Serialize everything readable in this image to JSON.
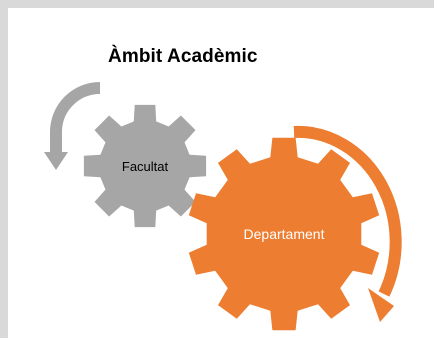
{
  "title": "Àmbit Acadèmic",
  "gears": {
    "small": {
      "label": "Facultat",
      "color": "#a6a6a6"
    },
    "large": {
      "label": "Departament",
      "color": "#ed7d31"
    }
  },
  "arrows": {
    "small_arrow": {
      "icon": "curved-arrow-counterclockwise-icon",
      "color": "#a6a6a6"
    },
    "large_arrow": {
      "icon": "curved-arrow-clockwise-icon",
      "color": "#ed7d31"
    }
  },
  "colors": {
    "frame_border": "#d9d9d9",
    "background": "#ffffff",
    "text_dark": "#000000",
    "text_light": "#ffffff"
  }
}
